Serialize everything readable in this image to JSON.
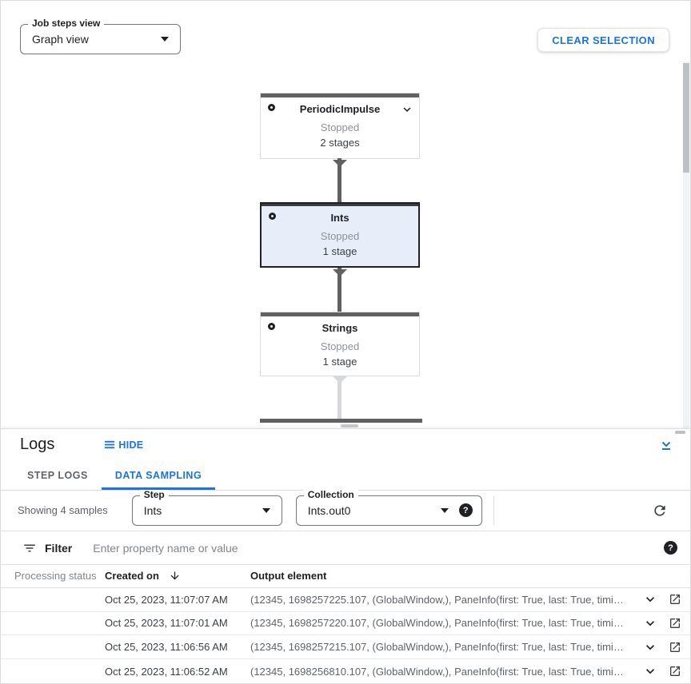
{
  "toolbar": {
    "job_steps_view": {
      "label": "Job steps view",
      "value": "Graph view"
    },
    "clear_selection": "CLEAR SELECTION"
  },
  "graph": {
    "nodes": [
      {
        "title": "PeriodicImpulse",
        "status": "Stopped",
        "stages": "2 stages"
      },
      {
        "title": "Ints",
        "status": "Stopped",
        "stages": "1 stage"
      },
      {
        "title": "Strings",
        "status": "Stopped",
        "stages": "1 stage"
      }
    ]
  },
  "logs": {
    "title": "Logs",
    "hide": "HIDE",
    "tabs": [
      {
        "label": "STEP LOGS"
      },
      {
        "label": "DATA SAMPLING"
      }
    ],
    "sampling": {
      "showing": "Showing 4 samples",
      "step": {
        "label": "Step",
        "value": "Ints"
      },
      "collection": {
        "label": "Collection",
        "value": "Ints.out0"
      }
    },
    "filter": {
      "label": "Filter",
      "placeholder": "Enter property name or value"
    },
    "table": {
      "columns": [
        "Processing status",
        "Created on",
        "Output element"
      ],
      "rows": [
        {
          "created_on": "Oct 25, 2023, 11:07:07 AM",
          "output_element": "(12345, 1698257225.107, (GlobalWindow,), PaneInfo(first: True, last: True, timing…"
        },
        {
          "created_on": "Oct 25, 2023, 11:07:01 AM",
          "output_element": "(12345, 1698257220.107, (GlobalWindow,), PaneInfo(first: True, last: True, timing…"
        },
        {
          "created_on": "Oct 25, 2023, 11:06:56 AM",
          "output_element": "(12345, 1698257215.107, (GlobalWindow,), PaneInfo(first: True, last: True, timing…"
        },
        {
          "created_on": "Oct 25, 2023, 11:06:52 AM",
          "output_element": "(12345, 1698256810.107, (GlobalWindow,), PaneInfo(first: True, last: True, timing…"
        }
      ]
    }
  },
  "icons": {
    "question": "?"
  },
  "colors": {
    "accent": "#1a73e8",
    "selected_node_bg": "#e8eef9",
    "node_topbar": "#616161",
    "text_dark": "#202124",
    "text_gray": "#5f6368"
  }
}
